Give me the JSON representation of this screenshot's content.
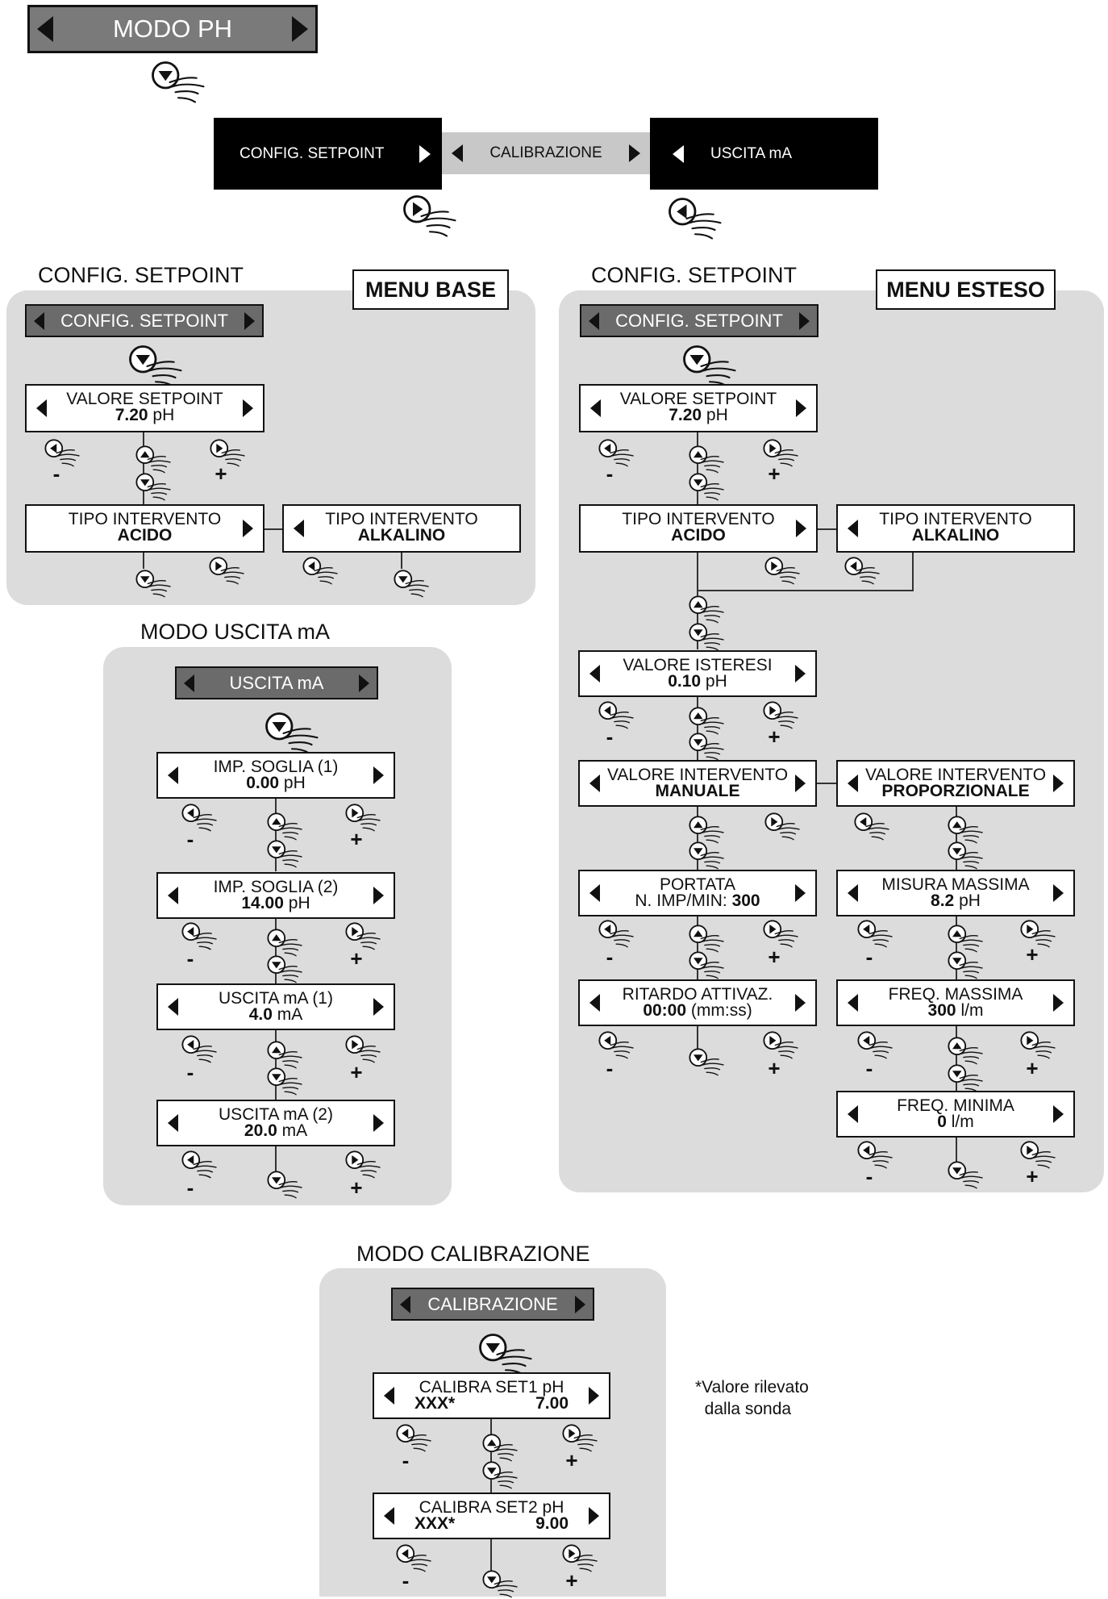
{
  "top": {
    "mode_title": "MODO PH",
    "menu_items": [
      "CONFIG. SETPOINT",
      "CALIBRAZIONE",
      "USCITA mA"
    ]
  },
  "setpoint_base": {
    "title": "CONFIG. SETPOINT",
    "tag": "MENU BASE",
    "bar": "CONFIG. SETPOINT",
    "valore_setpoint": {
      "label": "VALORE SETPOINT",
      "value": "7.20",
      "unit": "pH"
    },
    "tipo_acido": {
      "label": "TIPO INTERVENTO",
      "value": "ACIDO"
    },
    "tipo_alkalino": {
      "label": "TIPO INTERVENTO",
      "value": "ALKALINO"
    }
  },
  "setpoint_esteso": {
    "title": "CONFIG. SETPOINT",
    "tag": "MENU ESTESO",
    "bar": "CONFIG. SETPOINT",
    "valore_setpoint": {
      "label": "VALORE SETPOINT",
      "value": "7.20",
      "unit": "pH"
    },
    "tipo_acido": {
      "label": "TIPO INTERVENTO",
      "value": "ACIDO"
    },
    "tipo_alkalino": {
      "label": "TIPO INTERVENTO",
      "value": "ALKALINO"
    },
    "isteresi": {
      "label": "VALORE ISTERESI",
      "value": "0.10",
      "unit": "pH"
    },
    "manuale": {
      "label": "VALORE INTERVENTO",
      "value": "MANUALE"
    },
    "proporzionale": {
      "label": "VALORE INTERVENTO",
      "value": "PROPORZIONALE"
    },
    "portata": {
      "label": "PORTATA",
      "label2": "N. IMP/MIN:",
      "value": "300"
    },
    "misura_massima": {
      "label": "MISURA MASSIMA",
      "value": "8.2",
      "unit": "pH"
    },
    "ritardo": {
      "label": "RITARDO ATTIVAZ.",
      "value": "00:00",
      "unit": "(mm:ss)"
    },
    "freq_massima": {
      "label": "FREQ. MASSIMA",
      "value": "300",
      "unit": "l/m"
    },
    "freq_minima": {
      "label": "FREQ. MINIMA",
      "value": "0",
      "unit": "l/m"
    }
  },
  "uscita": {
    "title": "MODO USCITA mA",
    "bar": "USCITA mA",
    "soglia1": {
      "label": "IMP. SOGLIA (1)",
      "value": "0.00",
      "unit": "pH"
    },
    "soglia2": {
      "label": "IMP. SOGLIA (2)",
      "value": "14.00",
      "unit": "pH"
    },
    "uscita1": {
      "label": "USCITA mA (1)",
      "value": "4.0",
      "unit": "mA"
    },
    "uscita2": {
      "label": "USCITA mA (2)",
      "value": "20.0",
      "unit": "mA"
    }
  },
  "calibrazione": {
    "title": "MODO CALIBRAZIONE",
    "bar": "CALIBRAZIONE",
    "set1": {
      "label": "CALIBRA SET1 pH",
      "read": "XXX*",
      "value": "7.00"
    },
    "set2": {
      "label": "CALIBRA SET2 pH",
      "read": "XXX*",
      "value": "9.00"
    },
    "note": "*Valore rilevato\n  dalla sonda"
  },
  "signs": {
    "minus": "-",
    "plus": "+"
  },
  "colors": {
    "panel": "#dcdcdc",
    "bar": "#6b6b6b",
    "black": "#000000",
    "grey_tab": "#c8c8c8"
  },
  "icons": [
    "press-down-button-icon",
    "press-up-button-icon",
    "press-left-button-icon",
    "press-right-button-icon"
  ]
}
